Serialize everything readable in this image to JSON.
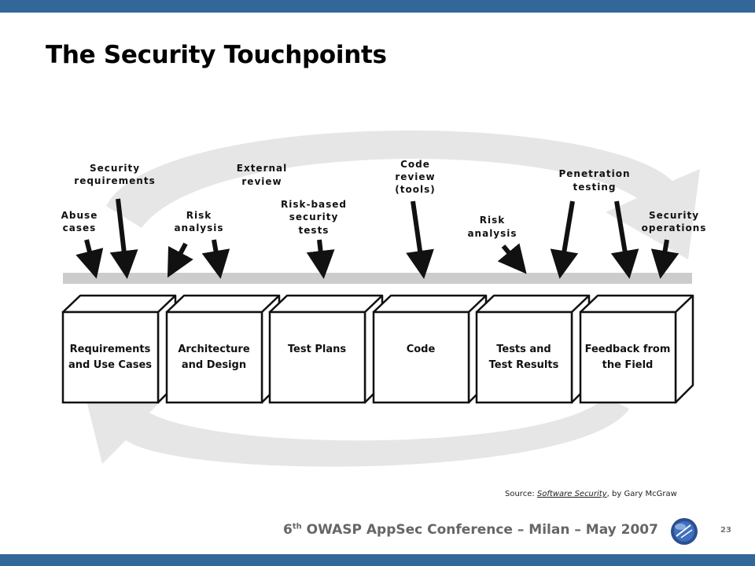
{
  "slide": {
    "title": "The Security Touchpoints",
    "page_number": "23",
    "footer": {
      "ordinal": "6",
      "ordinal_suffix": "th",
      "text": " OWASP AppSec Conference – Milan – May 2007"
    },
    "source": {
      "prefix": "Source: ",
      "book": "Software Security",
      "suffix": ", by Gary McGraw"
    },
    "colors": {
      "bar": "#336699",
      "cycle_arrow": "#e6e6e6",
      "ground": "#cccccc",
      "box_line": "#111111"
    }
  },
  "diagram": {
    "boxes": [
      {
        "line1": "Requirements",
        "line2": "and Use Cases"
      },
      {
        "line1": "Architecture",
        "line2": "and Design"
      },
      {
        "line1": "Test Plans",
        "line2": ""
      },
      {
        "line1": "Code",
        "line2": ""
      },
      {
        "line1": "Tests and",
        "line2": "Test Results"
      },
      {
        "line1": "Feedback from",
        "line2": "the Field"
      }
    ],
    "touchpoints": [
      {
        "line1": "Security",
        "line2": "requirements",
        "line3": ""
      },
      {
        "line1": "Abuse",
        "line2": "cases",
        "line3": ""
      },
      {
        "line1": "External",
        "line2": "review",
        "line3": ""
      },
      {
        "line1": "Risk",
        "line2": "analysis",
        "line3": ""
      },
      {
        "line1": "Risk-based",
        "line2": "security",
        "line3": "tests"
      },
      {
        "line1": "Code",
        "line2": "review",
        "line3": "(tools)"
      },
      {
        "line1": "Risk",
        "line2": "analysis",
        "line3": ""
      },
      {
        "line1": "Penetration",
        "line2": "testing",
        "line3": ""
      },
      {
        "line1": "Security",
        "line2": "operations",
        "line3": ""
      }
    ]
  }
}
